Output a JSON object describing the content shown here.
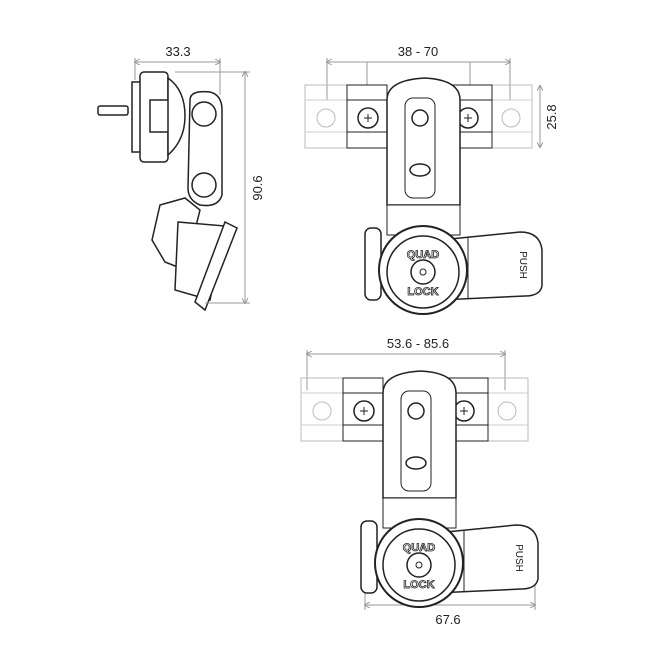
{
  "dimensions": {
    "side_width": "33.3",
    "side_height": "90.6",
    "top_clamp_range": "38 - 70",
    "clamp_height": "25.8",
    "bottom_clamp_range": "53.6 - 85.6",
    "bottom_width": "67.6"
  },
  "labels": {
    "brand_top": "QUAD",
    "brand_bottom": "LOCK",
    "lever": "PUSH"
  },
  "colors": {
    "line": "#222222",
    "dim_line": "#999999",
    "ghost": "#bbbbbb"
  }
}
